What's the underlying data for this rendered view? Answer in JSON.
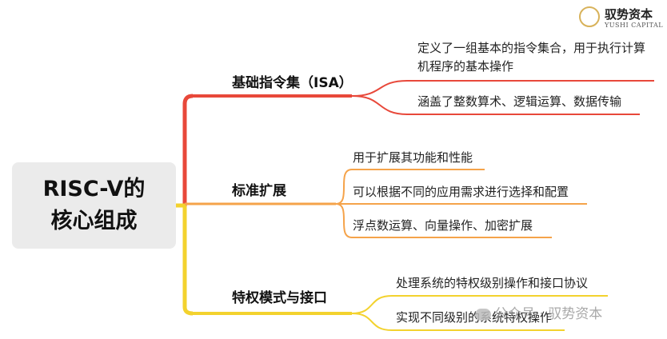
{
  "logo": {
    "name": "驭势资本",
    "subtitle": "YUSHI CAPITAL"
  },
  "root": {
    "line1": "RISC-V的",
    "line2": "核心组成"
  },
  "branches": [
    {
      "label": "基础指令集（ISA）",
      "color": "#e8483a",
      "leaves": [
        "定义了一组基本的指令集合，用于执行计算机程序的基本操作",
        "涵盖了整数算术、逻辑运算、数据传输"
      ]
    },
    {
      "label": "标准扩展",
      "color": "#f5a34a",
      "leaves": [
        "用于扩展其功能和性能",
        "可以根据不同的应用需求进行选择和配置",
        "浮点数运算、向量操作、加密扩展"
      ]
    },
    {
      "label": "特权模式与接口",
      "color": "#f3d22e",
      "leaves": [
        "处理系统的特权级别操作和接口协议",
        "实现不同级别的系统特权操作"
      ]
    }
  ],
  "watermark": "公众号 · 驭势资本"
}
